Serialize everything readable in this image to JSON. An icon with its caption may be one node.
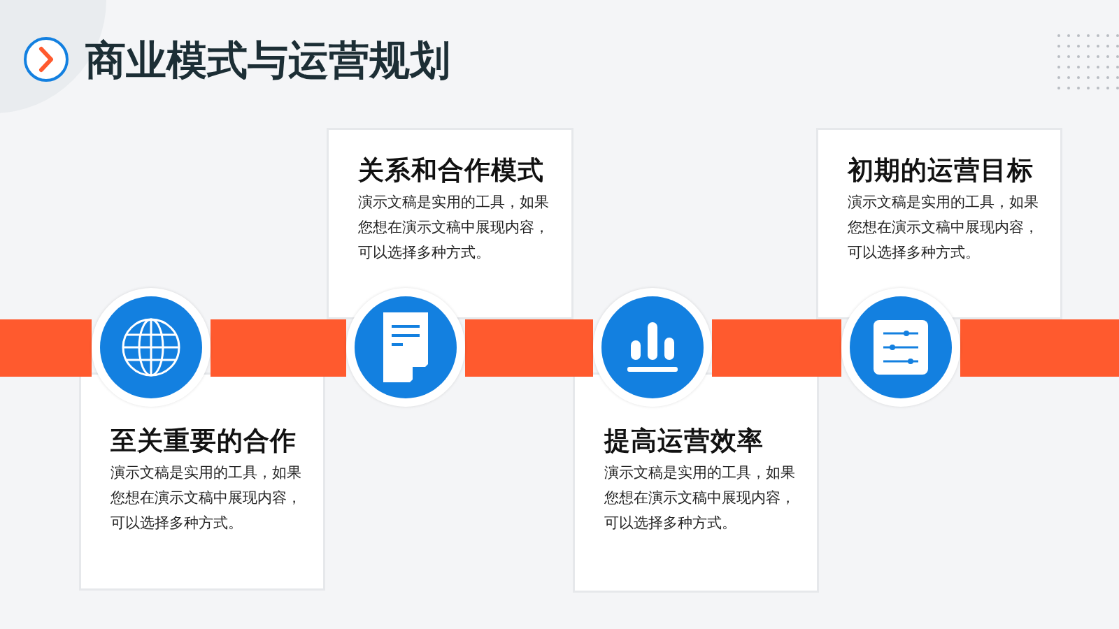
{
  "diagram": {
    "title": "商业模式与运营规划",
    "nodes": [
      {
        "text": [
          "至关重要的合作",
          "演示文稿是实用的工具，如果您想在演示文稿中展现内容，可以选择多种方式。"
        ]
      },
      {
        "text": [
          "关系和合作模式",
          "演示文稿是实用的工具，如果您想在演示文稿中展现内容，可以选择多种方式。"
        ]
      },
      {
        "text": [
          "提高运营效率",
          "演示文稿是实用的工具，如果您想在演示文稿中展现内容，可以选择多种方式。"
        ]
      },
      {
        "text": [
          "初期的运营目标",
          "演示文稿是实用的工具，如果您想在演示文稿中展现内容，可以选择多种方式。"
        ]
      },
      {
        "text": [],
        "shape": "circle"
      },
      {
        "text": [],
        "shape": "circle"
      },
      {
        "text": [],
        "shape": "circle"
      },
      {
        "text": [],
        "shape": "circle"
      }
    ],
    "edges": [
      {
        "from": 4,
        "to": 5,
        "arrow": "none"
      },
      {
        "from": 5,
        "to": 6,
        "arrow": "none"
      },
      {
        "from": 6,
        "to": 7,
        "arrow": "none"
      }
    ]
  }
}
